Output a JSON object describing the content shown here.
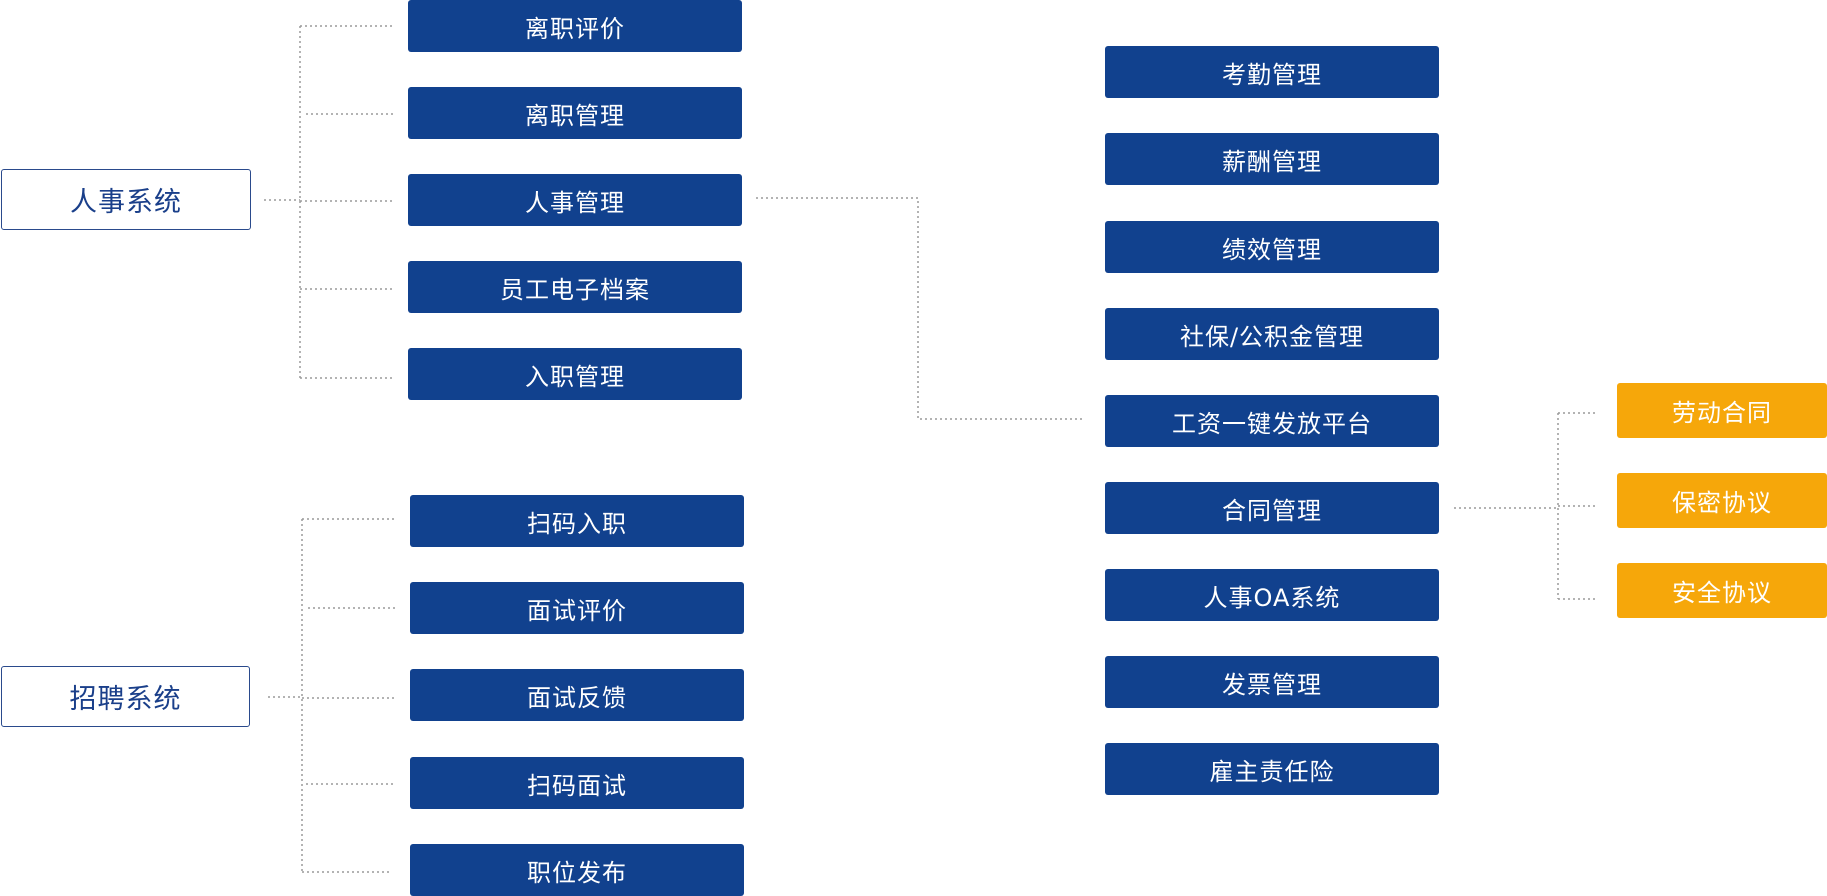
{
  "colors": {
    "primary": "#11418e",
    "accent": "#f6a70a",
    "root_border": "#2a4a8c",
    "connector": "#9a9a9a"
  },
  "roots": {
    "hr_system": "人事系统",
    "recruit_system": "招聘系统"
  },
  "hr_children": [
    "离职评价",
    "离职管理",
    "人事管理",
    "员工电子档案",
    "入职管理"
  ],
  "recruit_children": [
    "扫码入职",
    "面试评价",
    "面试反馈",
    "扫码面试",
    "职位发布"
  ],
  "hr_management_children": [
    "考勤管理",
    "薪酬管理",
    "绩效管理",
    "社保/公积金管理",
    "工资一键发放平台",
    "合同管理",
    "人事OA系统",
    "发票管理",
    "雇主责任险"
  ],
  "contract_children": [
    "劳动合同",
    "保密协议",
    "安全协议"
  ]
}
